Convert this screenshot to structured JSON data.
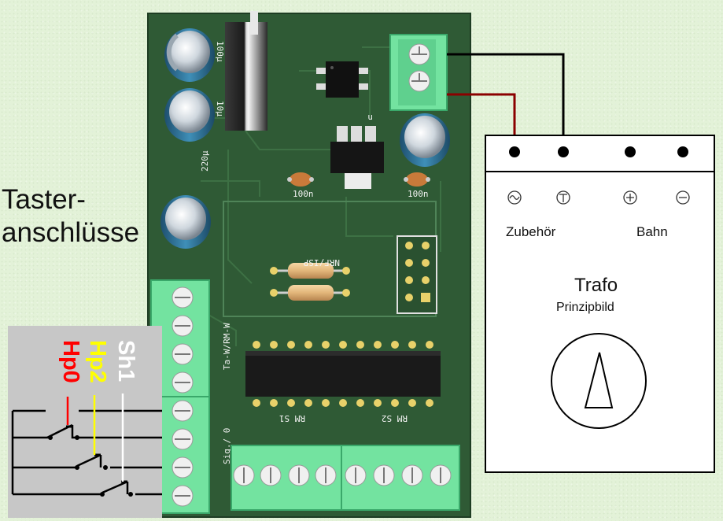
{
  "left_labels": {
    "line1": "Taster-",
    "line2": "anschlüsse"
  },
  "switch_labels": [
    {
      "text": "Hp0",
      "color": "#ff0000"
    },
    {
      "text": "Hp2",
      "color": "#ffff00"
    },
    {
      "text": "Sh1",
      "color": "#ffffff"
    }
  ],
  "trafo": {
    "title": "Trafo",
    "subtitle": "Prinzipbild",
    "group_zubehoer": "Zubehör",
    "group_bahn": "Bahn",
    "symbols": [
      "~",
      "⊤",
      "+",
      "−"
    ]
  },
  "pcb_silkscreen": {
    "cap_top": "100µ",
    "cap_mid": "10µ",
    "cap_left": "220µ",
    "cap_100n_a": "100n",
    "cap_100n_b": "100n",
    "header_label": "NRF/ISP",
    "side_ta": "Ta-W/RM-W",
    "side_sig": "Sig./ 0",
    "rm_s1": "RM S1",
    "rm_s2": "RM S2",
    "diode_mark": "n"
  },
  "colors": {
    "background": "#e3f2d8",
    "pcb": "#2f5a35",
    "terminal": "#73e3a0",
    "wire_black": "#000000",
    "wire_red": "#8b0000",
    "switch_panel": "#c7c7c7"
  }
}
